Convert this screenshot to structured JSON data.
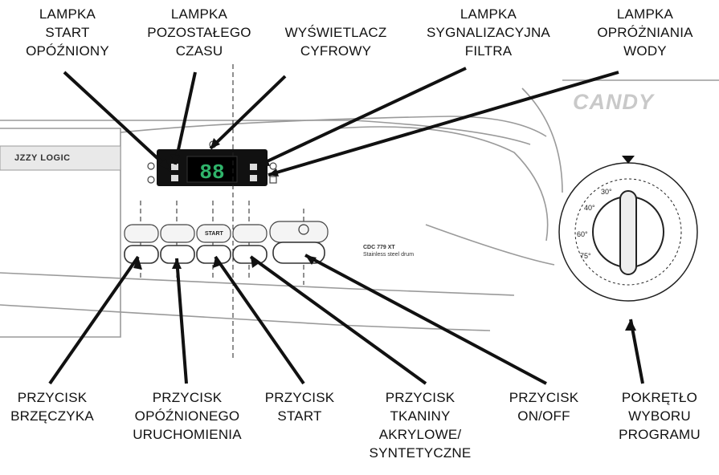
{
  "labels_top": {
    "lamp_start_delay": [
      "LAMPKA",
      "START",
      "OPÓŹNIONY"
    ],
    "lamp_remaining_time": [
      "LAMPKA",
      "POZOSTAŁEGO",
      "CZASU"
    ],
    "digital_display": [
      "WYŚWIETLACZ",
      "CYFROWY"
    ],
    "lamp_filter": [
      "LAMPKA",
      "SYGNALIZACYJNA",
      "FILTRA"
    ],
    "lamp_water_drain": [
      "LAMPKA",
      "OPRÓŻNIANIA",
      "WODY"
    ]
  },
  "labels_bottom": {
    "buzzer_button": [
      "PRZYCISK",
      "BRZĘCZYKA"
    ],
    "delay_start_button": [
      "PRZYCISK",
      "OPÓŹNIONEGO",
      "URUCHOMIENIA"
    ],
    "start_button": [
      "PRZYCISK",
      "START"
    ],
    "fabric_button": [
      "PRZYCISK",
      "TKANINY",
      "AKRYLOWE/",
      "SYNTETYCZNE"
    ],
    "onoff_button": [
      "PRZYCISK",
      "ON/OFF"
    ],
    "program_knob": [
      "POKRĘTŁO",
      "WYBORU",
      "PROGRAMU"
    ]
  },
  "panel": {
    "brand_strip": "JZZY LOGIC",
    "logo": "CANDY",
    "model_line1": "CDC 779 XT",
    "model_line2": "Stainless steel drum",
    "display_digits": "88",
    "start_key_text": "START",
    "knob_temps": [
      "30°",
      "40°",
      "60°",
      "75°"
    ]
  },
  "colors": {
    "display_bg": "#111111",
    "display_digits": "#2fb36a",
    "ink": "#111111",
    "panel_line": "#9a9a9a"
  }
}
